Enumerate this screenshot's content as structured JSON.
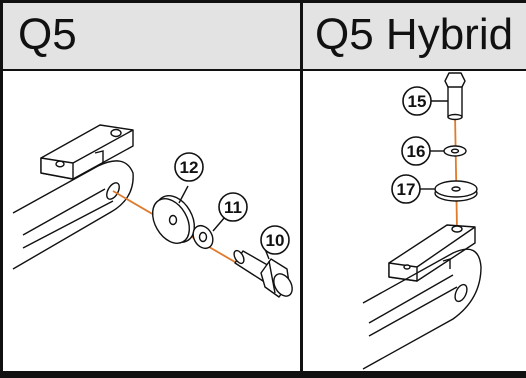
{
  "panels": {
    "left": {
      "title": "Q5"
    },
    "right": {
      "title": "Q5 Hybrid"
    }
  },
  "callouts": {
    "c10": "10",
    "c11": "11",
    "c12": "12",
    "c15": "15",
    "c16": "16",
    "c17": "17"
  },
  "colors": {
    "header_bg": "#e3e3e3",
    "axis_line": "#e07a2c",
    "stroke": "#111111"
  }
}
